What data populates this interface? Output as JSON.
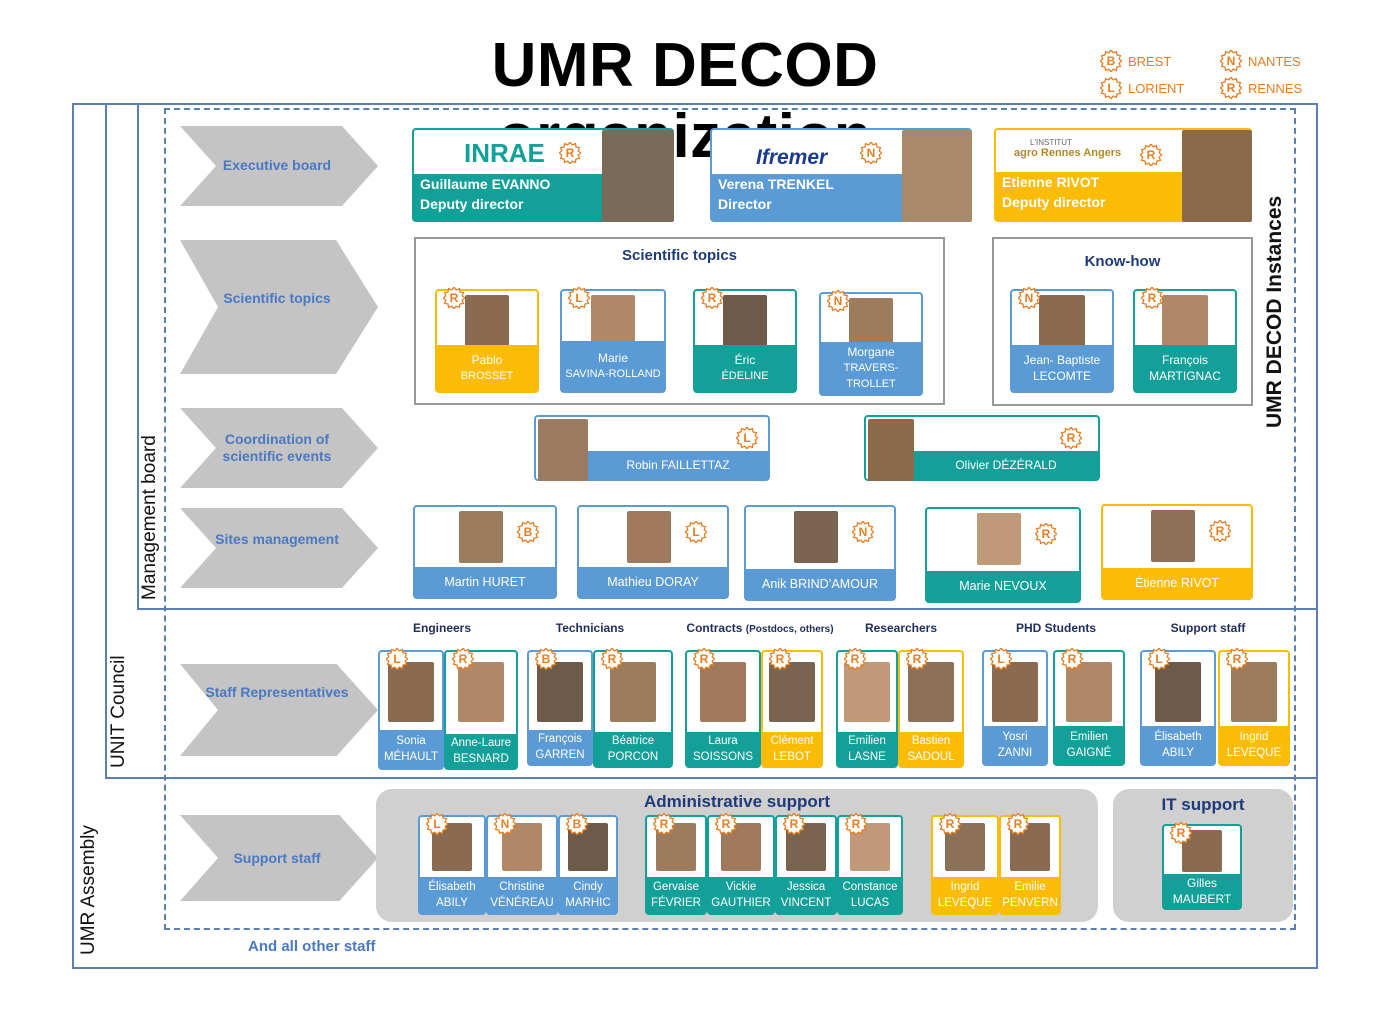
{
  "title": "UMR DECOD organization",
  "legend": [
    {
      "code": "B",
      "label": "BREST"
    },
    {
      "code": "N",
      "label": "NANTES"
    },
    {
      "code": "L",
      "label": "LORIENT"
    },
    {
      "code": "R",
      "label": "RENNES"
    }
  ],
  "side_labels": {
    "assembly": "UMR Assembly",
    "council": "UNIT Council",
    "management": "Management board",
    "instances": "UMR DECOD Instances"
  },
  "rows": {
    "executive": "Executive board",
    "topics": "Scientific topics",
    "coordination": "Coordination of scientific events",
    "sites": "Sites management",
    "staff_rep": "Staff Representatives",
    "support": "Support staff"
  },
  "executive": [
    {
      "logo": "INRAE",
      "site": "R",
      "line1": "Guillaume EVANNO",
      "line2": "Deputy director",
      "color": "#12a098"
    },
    {
      "logo": "Ifremer",
      "site": "N",
      "line1": "Verena TRENKEL",
      "line2": "Director",
      "color": "#5b9bd5"
    },
    {
      "logo": "agro Rennes Angers",
      "logo_small": "L'INSTITUT",
      "site": "R",
      "line1": "Etienne RIVOT",
      "line2": "Deputy director",
      "color": "#fbbc05"
    }
  ],
  "topics_header": "Scientific topics",
  "knowhow_header": "Know-how",
  "topics": [
    {
      "l1": "Pablo",
      "l2": "BROSSET",
      "site": "R",
      "color": "gold"
    },
    {
      "l1": "Marie",
      "l2": "SAVINA-ROLLAND",
      "site": "L",
      "color": "blue"
    },
    {
      "l1": "Éric",
      "l2": "ÉDELINE",
      "site": "R",
      "color": "teal"
    },
    {
      "l1": "Morgane",
      "l2": "TRAVERS-TROLLET",
      "site": "N",
      "color": "blue"
    }
  ],
  "knowhow": [
    {
      "l1": "Jean- Baptiste",
      "l2": "LECOMTE",
      "site": "N",
      "color": "blue"
    },
    {
      "l1": "François",
      "l2": "MARTIGNAC",
      "site": "R",
      "color": "teal"
    }
  ],
  "coordination": [
    {
      "name": "Robin FAILLETTAZ",
      "site": "L",
      "color": "blue"
    },
    {
      "name": "Olivier DÉZÉRALD",
      "site": "R",
      "color": "teal"
    }
  ],
  "sites": [
    {
      "name": "Martin HURET",
      "site": "B",
      "color": "blue"
    },
    {
      "name": "Mathieu DORAY",
      "site": "L",
      "color": "blue"
    },
    {
      "name": "Anik BRIND’AMOUR",
      "site": "N",
      "color": "blue"
    },
    {
      "name": "Marie NEVOUX",
      "site": "R",
      "color": "teal"
    },
    {
      "name": "Étienne RIVOT",
      "site": "R",
      "color": "gold"
    }
  ],
  "staff_groups": {
    "engineers": "Engineers",
    "technicians": "Technicians",
    "contracts": "Contracts",
    "contracts_note": "(Postdocs, others)",
    "researchers": "Researchers",
    "phd": "PHD Students",
    "support": "Support staff"
  },
  "staff": [
    {
      "l1": "Sonia",
      "l2": "MÉHAULT",
      "site": "L",
      "color": "blue"
    },
    {
      "l1": "Anne-Laure",
      "l2": "BESNARD",
      "site": "R",
      "color": "teal"
    },
    {
      "l1": "François",
      "l2": "GARREN",
      "site": "B",
      "color": "blue"
    },
    {
      "l1": "Béatrice",
      "l2": "PORCON",
      "site": "R",
      "color": "teal"
    },
    {
      "l1": "Laura",
      "l2": "SOISSONS",
      "site": "R",
      "color": "teal"
    },
    {
      "l1": "Clément",
      "l2": "LEBOT",
      "site": "R",
      "color": "gold"
    },
    {
      "l1": "Emilien",
      "l2": "LASNE",
      "site": "R",
      "color": "teal"
    },
    {
      "l1": "Bastien",
      "l2": "SADOUL",
      "site": "R",
      "color": "gold"
    },
    {
      "l1": "Yosri",
      "l2": "ZANNI",
      "site": "L",
      "color": "blue"
    },
    {
      "l1": "Emilien",
      "l2": "GAIGNÉ",
      "site": "R",
      "color": "teal"
    },
    {
      "l1": "Élisabeth",
      "l2": "ABILY",
      "site": "L",
      "color": "blue"
    },
    {
      "l1": "Ingrid",
      "l2": "LEVEQUE",
      "site": "R",
      "color": "gold"
    }
  ],
  "admin_header": "Administrative support",
  "it_header": "IT support",
  "admin": [
    {
      "l1": "Élisabeth",
      "l2": "ABILY",
      "site": "L",
      "color": "blue"
    },
    {
      "l1": "Christine",
      "l2": "VÉNÉREAU",
      "site": "N",
      "color": "blue"
    },
    {
      "l1": "Cindy",
      "l2": "MARHIC",
      "site": "B",
      "color": "blue"
    },
    {
      "l1": "Gervaise",
      "l2": "FÉVRIER",
      "site": "R",
      "color": "teal"
    },
    {
      "l1": "Vickie",
      "l2": "GAUTHIER",
      "site": "R",
      "color": "teal"
    },
    {
      "l1": "Jessica",
      "l2": "VINCENT",
      "site": "R",
      "color": "teal"
    },
    {
      "l1": "Constance",
      "l2": "LUCAS",
      "site": "R",
      "color": "teal"
    },
    {
      "l1": "Ingrid",
      "l2": "LEVEQUE",
      "site": "R",
      "color": "gold"
    },
    {
      "l1": "Emilie",
      "l2": "PENVERN",
      "site": "R",
      "color": "gold"
    }
  ],
  "it": [
    {
      "l1": "Gilles",
      "l2": "MAUBERT",
      "site": "R",
      "color": "teal"
    }
  ],
  "footer": "And all other staff"
}
